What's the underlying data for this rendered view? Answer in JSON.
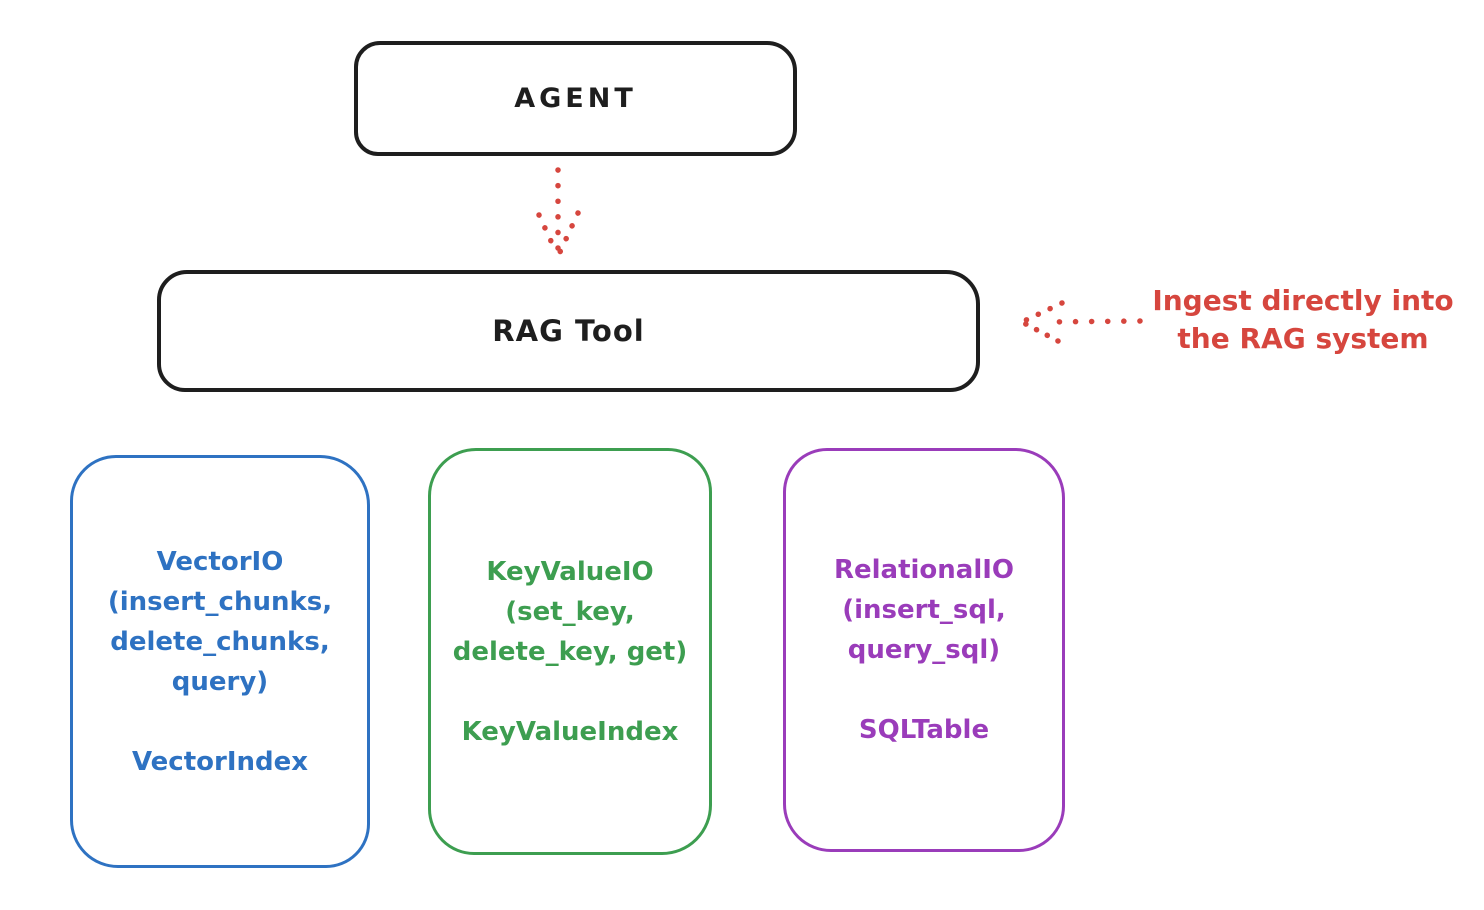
{
  "diagram": {
    "background": "#ffffff",
    "colors": {
      "ink": "#1e1e1e",
      "red": "#d6463e",
      "blue": "#2e72c2",
      "green": "#3d9e50",
      "purple": "#9a3cba"
    },
    "nodes": {
      "agent": {
        "label": "AGENT"
      },
      "rag_tool": {
        "label": "RAG Tool"
      },
      "vector_io": {
        "lines": [
          "VectorIO",
          "(insert_chunks,",
          "delete_chunks,",
          "query)"
        ],
        "index_label": "VectorIndex",
        "color": "#2e72c2"
      },
      "key_value_io": {
        "lines": [
          "KeyValueIO",
          "(set_key,",
          "delete_key, get)"
        ],
        "index_label": "KeyValueIndex",
        "color": "#3d9e50"
      },
      "relational_io": {
        "lines": [
          "RelationalIO",
          "(insert_sql,",
          "query_sql)"
        ],
        "index_label": "SQLTable",
        "color": "#9a3cba"
      }
    },
    "annotation": {
      "lines": [
        "Ingest directly into",
        "the RAG system"
      ],
      "color": "#d6463e"
    },
    "arrows": [
      {
        "name": "agent-to-rag-tool",
        "style": "dotted",
        "color": "#d6463e",
        "direction": "down"
      },
      {
        "name": "annotation-to-rag-tool",
        "style": "dotted",
        "color": "#d6463e",
        "direction": "left"
      }
    ]
  }
}
